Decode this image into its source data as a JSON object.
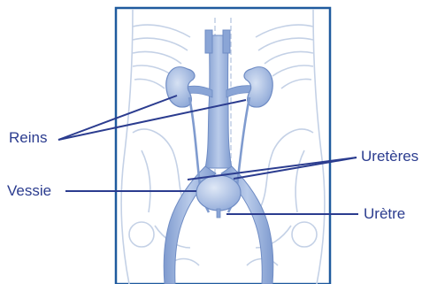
{
  "labels": {
    "reins": "Reins",
    "ureteres": "Uretères",
    "vessie": "Vessie",
    "uretre": "Urètre"
  },
  "colors": {
    "frame": "#1f5a9e",
    "body_outline": "#c4d1e6",
    "organ_fill": "#a9bde0",
    "organ_dark": "#6f8cc4",
    "leader_line": "#2b3c8f",
    "label_text": "#2b3c8f"
  }
}
